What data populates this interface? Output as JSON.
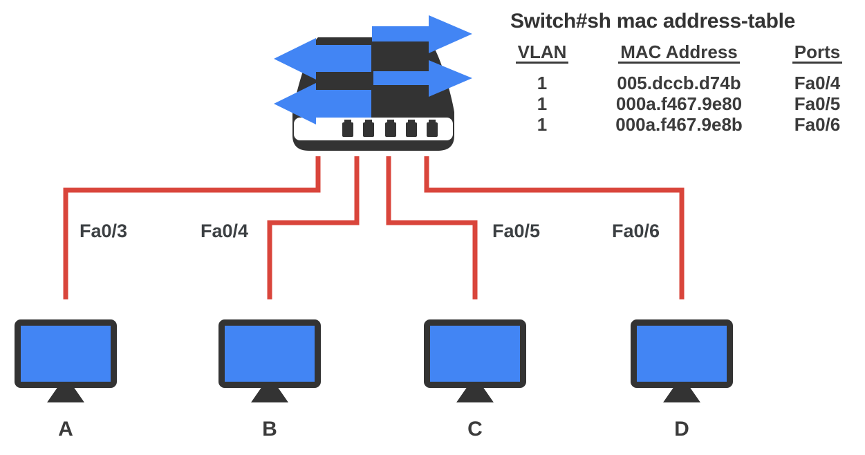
{
  "colors": {
    "blue": "#4285f4",
    "dark": "#333333",
    "red": "#d9453b",
    "text": "#3c4043"
  },
  "switch": {
    "icon": "network-switch-with-arrows-icon",
    "port_stub_count": 4
  },
  "mac_table": {
    "title": "Switch#sh mac address-table",
    "columns": [
      "VLAN",
      "MAC Address",
      "Ports"
    ],
    "rows": [
      [
        "1",
        "005.dccb.d74b",
        "Fa0/4"
      ],
      [
        "1",
        "000a.f467.9e80",
        "Fa0/5"
      ],
      [
        "1",
        "000a.f467.9e8b",
        "Fa0/6"
      ]
    ]
  },
  "links": [
    {
      "port_label": "Fa0/3",
      "host": "A"
    },
    {
      "port_label": "Fa0/4",
      "host": "B"
    },
    {
      "port_label": "Fa0/5",
      "host": "C"
    },
    {
      "port_label": "Fa0/6",
      "host": "D"
    }
  ],
  "hosts": [
    {
      "label": "A"
    },
    {
      "label": "B"
    },
    {
      "label": "C"
    },
    {
      "label": "D"
    }
  ]
}
